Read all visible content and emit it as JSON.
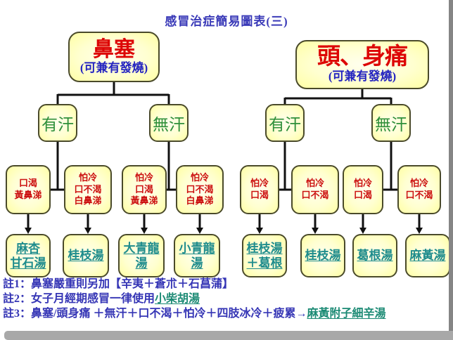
{
  "page": {
    "title": "感冒治症簡易圖表(三)"
  },
  "colors": {
    "box_fill": "#ffffc0",
    "box_border": "#4a4a2a",
    "root_title": "#dd0606",
    "subtitle": "#2424c0",
    "sweat": "#2e8f3a",
    "condition": "#cc1111",
    "remedy": "#1e8c8c",
    "note": "#3535b5",
    "connector": "#111111"
  },
  "tree": {
    "roots": [
      {
        "title": "鼻塞",
        "subtitle": "(可兼有發燒)"
      },
      {
        "title": "頭、身痛",
        "subtitle": "(可兼有發燒)"
      }
    ],
    "sweat": [
      {
        "label": "有汗"
      },
      {
        "label": "無汗"
      },
      {
        "label": "有汗"
      },
      {
        "label": "無汗"
      }
    ],
    "conditions": [
      {
        "text": "口渴\n黃鼻涕"
      },
      {
        "text": "怕冷\n口不渴\n白鼻涕"
      },
      {
        "text": "怕冷\n口渴\n黃鼻涕"
      },
      {
        "text": "怕冷\n口不渴\n白鼻涕"
      },
      {
        "text": "怕冷\n口渴"
      },
      {
        "text": "怕冷\n口不渴"
      },
      {
        "text": "怕冷\n口渴"
      },
      {
        "text": "怕冷\n口不渴"
      }
    ],
    "remedies": [
      {
        "name": "麻杏\n甘石湯"
      },
      {
        "name": "桂枝湯"
      },
      {
        "name": "大青龍\n湯"
      },
      {
        "name": "小青龍\n湯"
      },
      {
        "name": "桂枝湯\n＋葛根"
      },
      {
        "name": "桂枝湯"
      },
      {
        "name": "葛根湯"
      },
      {
        "name": "麻黃湯"
      }
    ]
  },
  "notes": [
    {
      "label": "註1：",
      "text": "鼻塞嚴重則另加【辛夷＋蒼朮＋石菖蒲】",
      "link": ""
    },
    {
      "label": "註2：",
      "text": "女子月經期感冒一律使用",
      "link": "小柴胡湯"
    },
    {
      "label": "註3：",
      "text": "鼻塞/頭身痛 ＋無汗＋口不渴＋怕冷＋四肢冰冷＋疲累→",
      "link": "麻黃附子細辛湯"
    }
  ]
}
